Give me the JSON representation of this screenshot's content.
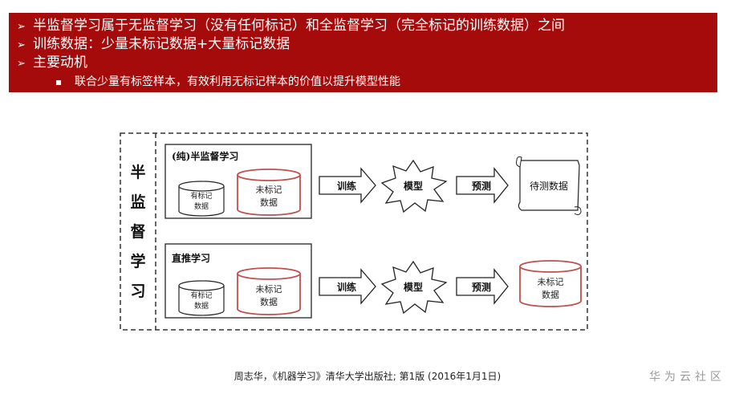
{
  "banner": {
    "bullets": [
      "半监督学习属于无监督学习（没有任何标记）和全监督学习（完全标记的训练数据）之间",
      "训练数据：少量未标记数据+大量标记数据",
      "主要动机"
    ],
    "sub_bullet": "联合少量有标签样本，有效利用无标记样本的价值以提升模型性能"
  },
  "diagram": {
    "side_title": [
      "半",
      "监",
      "督",
      "学",
      "习"
    ],
    "top_title": "(纯)半监督学习",
    "bottom_title": "直推学习",
    "labeled_data": [
      "有标记",
      "数据"
    ],
    "unlabeled_data": [
      "未标记",
      "数据"
    ],
    "train": "训练",
    "model": "模型",
    "predict": "预测",
    "test_data": "待测数据"
  },
  "footer": {
    "citation": "周志华，《机器学习》清华大学出版社; 第1版 (2016年1月1日)",
    "watermark": "华为云社区"
  }
}
